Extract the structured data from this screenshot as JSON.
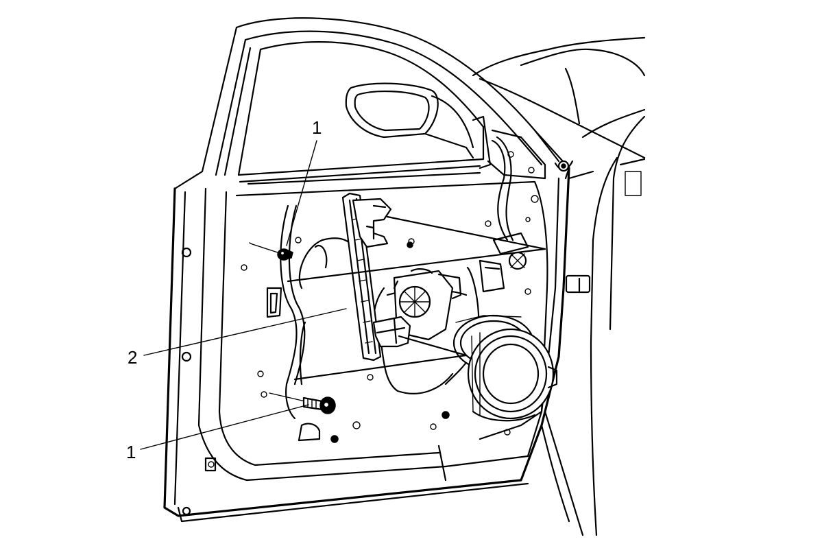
{
  "callouts": [
    {
      "id": "fastener-upper",
      "label": "1"
    },
    {
      "id": "bracket",
      "label": "2"
    },
    {
      "id": "fastener-lower",
      "label": "1"
    }
  ],
  "colors": {
    "ink": "#000000",
    "paper": "#ffffff"
  }
}
